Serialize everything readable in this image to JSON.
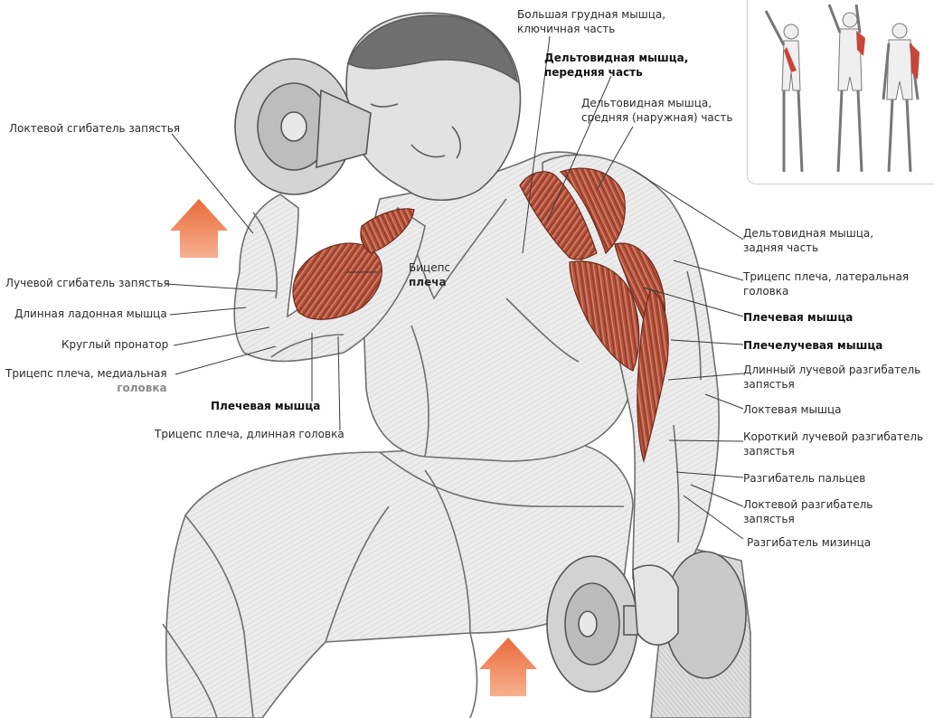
{
  "labels": {
    "pectoralis_clav_1": "Большая грудная мышца,",
    "pectoralis_clav_2": "ключичная часть",
    "deltoid_front_1": "Дельтовидная мышца,",
    "deltoid_front_2": "передняя часть",
    "deltoid_mid_1": "Дельтовидная мышца,",
    "deltoid_mid_2": "средняя (наружная) часть",
    "ulnar_flexor": "Локтевой сгибатель запястья",
    "deltoid_rear_1": "Дельтовидная мышца,",
    "deltoid_rear_2": "задняя часть",
    "biceps_1": "Бицепс",
    "biceps_2": "плеча",
    "radial_flexor": "Лучевой сгибатель запястья",
    "palmaris_longus": "Длинная ладонная мышца",
    "pronator_teres": "Круглый пронатор",
    "triceps_medial_1": "Трицепс плеча, медиальная",
    "triceps_medial_2": "головка",
    "triceps_lateral_1": "Трицепс плеча, латеральная",
    "triceps_lateral_2": "головка",
    "brachialis_right": "Плечевая мышца",
    "brachioradialis": "Плечелучевая мышца",
    "ext_carpi_rad_long_1": "Длинный лучевой разгибатель",
    "ext_carpi_rad_long_2": "запястья",
    "anconeus": "Локтевая мышца",
    "brachialis_left": "Плечевая мышца",
    "triceps_long_head": "Трицепс плеча, длинная головка",
    "ext_carpi_rad_brev_1": "Короткий лучевой разгибатель",
    "ext_carpi_rad_brev_2": "запястья",
    "ext_digitorum": "Разгибатель пальцев",
    "ext_carpi_uln_1": "Локтевой разгибатель",
    "ext_carpi_uln_2": "запястья",
    "ext_digiti_minimi": "Разгибатель мизинца"
  },
  "colors": {
    "muscle": "#b5533c",
    "muscle_dark": "#7a2a1c",
    "arrow": "#ef7d4e",
    "sketch": "#7a7a7a",
    "skin": "#e9e9e9"
  }
}
